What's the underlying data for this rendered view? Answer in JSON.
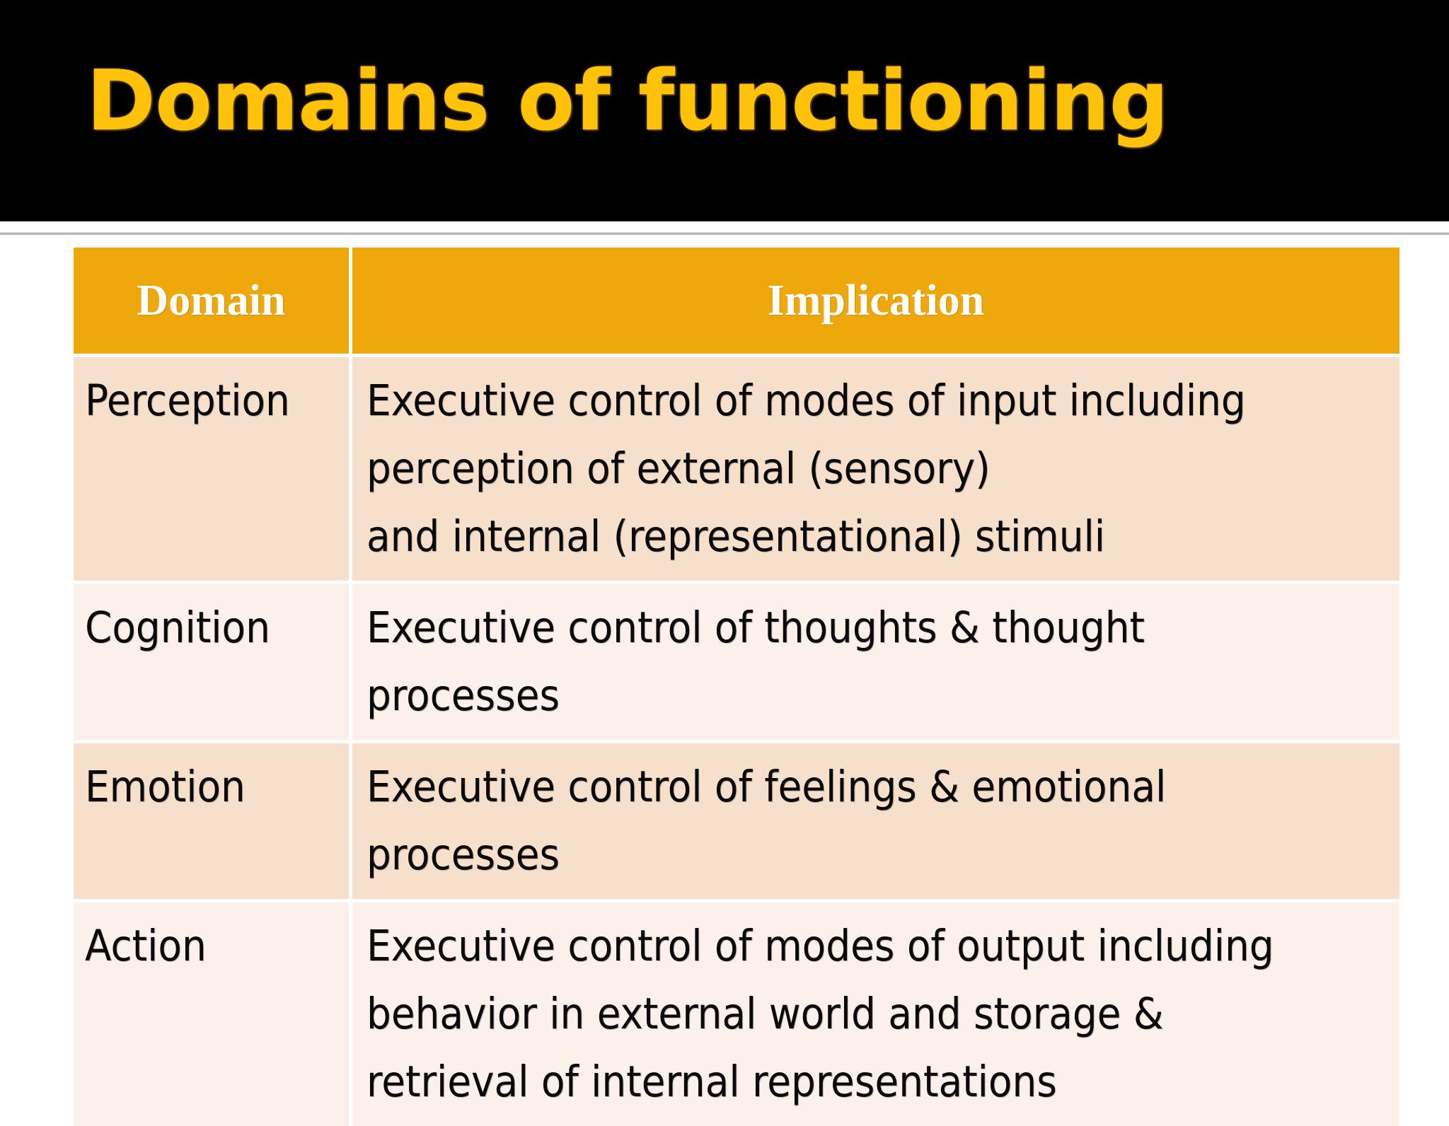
{
  "slide": {
    "title": "Domains of functioning",
    "title_color": "#FFC20A",
    "title_band_color": "#000000"
  },
  "table": {
    "header_bg": "#EFA80C",
    "header_text_color": "#FFFFFF",
    "row_shade_a": "#F7E0CB",
    "row_shade_b": "#FCF1EA",
    "columns": [
      {
        "key": "domain",
        "label": "Domain"
      },
      {
        "key": "implication",
        "label": "Implication"
      }
    ],
    "rows": [
      {
        "domain": "Perception",
        "shade": "a",
        "implication_lines": [
          "Executive control of modes of input including",
          "perception of external (sensory)",
          "and internal (representational) stimuli"
        ],
        "implication": "Executive control of modes of input including perception of external (sensory) and internal (representational) stimuli"
      },
      {
        "domain": "Cognition",
        "shade": "b",
        "implication_lines": [
          "Executive control of thoughts & thought",
          "processes"
        ],
        "implication": "Executive control of thoughts & thought processes"
      },
      {
        "domain": "Emotion",
        "shade": "a",
        "implication_lines": [
          "Executive control of feelings & emotional",
          "processes"
        ],
        "implication": "Executive control of feelings & emotional processes"
      },
      {
        "domain": "Action",
        "shade": "b",
        "implication_lines": [
          "Executive control of modes of output including",
          "behavior in  external world and storage &",
          "retrieval of internal representations"
        ],
        "implication": "Executive control of modes of output including behavior in external world and storage & retrieval of internal representations"
      }
    ]
  }
}
